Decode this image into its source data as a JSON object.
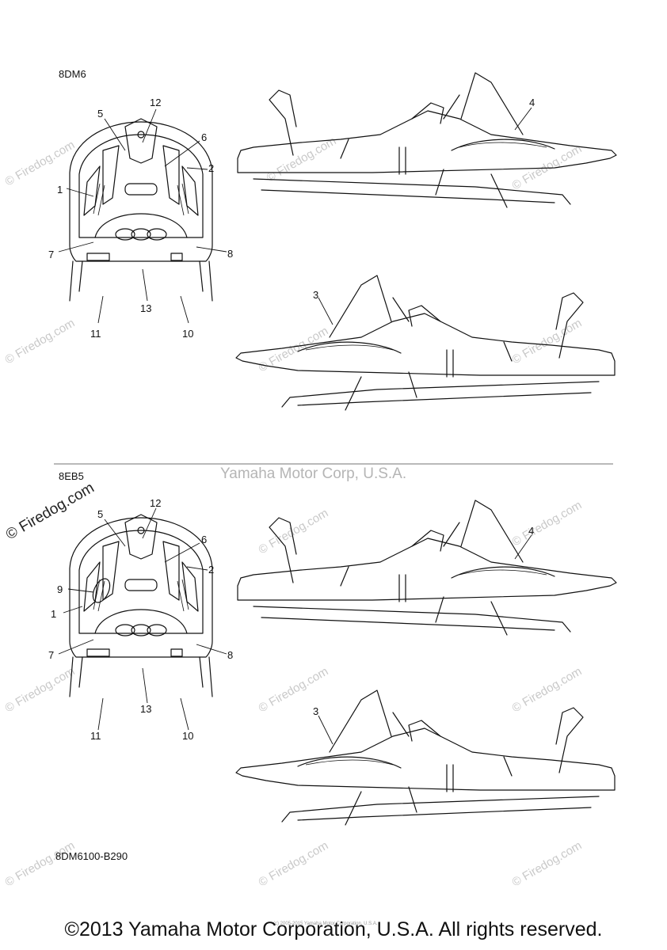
{
  "sections": [
    {
      "model": "8DM6",
      "top_view_callouts": [
        "12",
        "5",
        "6",
        "2",
        "1",
        "7",
        "8",
        "13",
        "11",
        "10"
      ],
      "side_view_callouts": [
        "4",
        "3"
      ]
    },
    {
      "model": "8EB5",
      "top_view_callouts": [
        "12",
        "5",
        "6",
        "2",
        "9",
        "1",
        "7",
        "8",
        "13",
        "11",
        "10"
      ],
      "side_view_callouts": [
        "4",
        "3"
      ]
    }
  ],
  "divider_text": "Yamaha Motor Corp, U.S.A.",
  "diagram_code": "8DM6100-B290",
  "watermarks": {
    "site_text": "© Firedog.com"
  },
  "footer_small": "(c) 2005-2015 Yamaha Motor Corporation, U.S.A.",
  "copyright": "©2013 Yamaha Motor Corporation, U.S.A. All rights reserved."
}
